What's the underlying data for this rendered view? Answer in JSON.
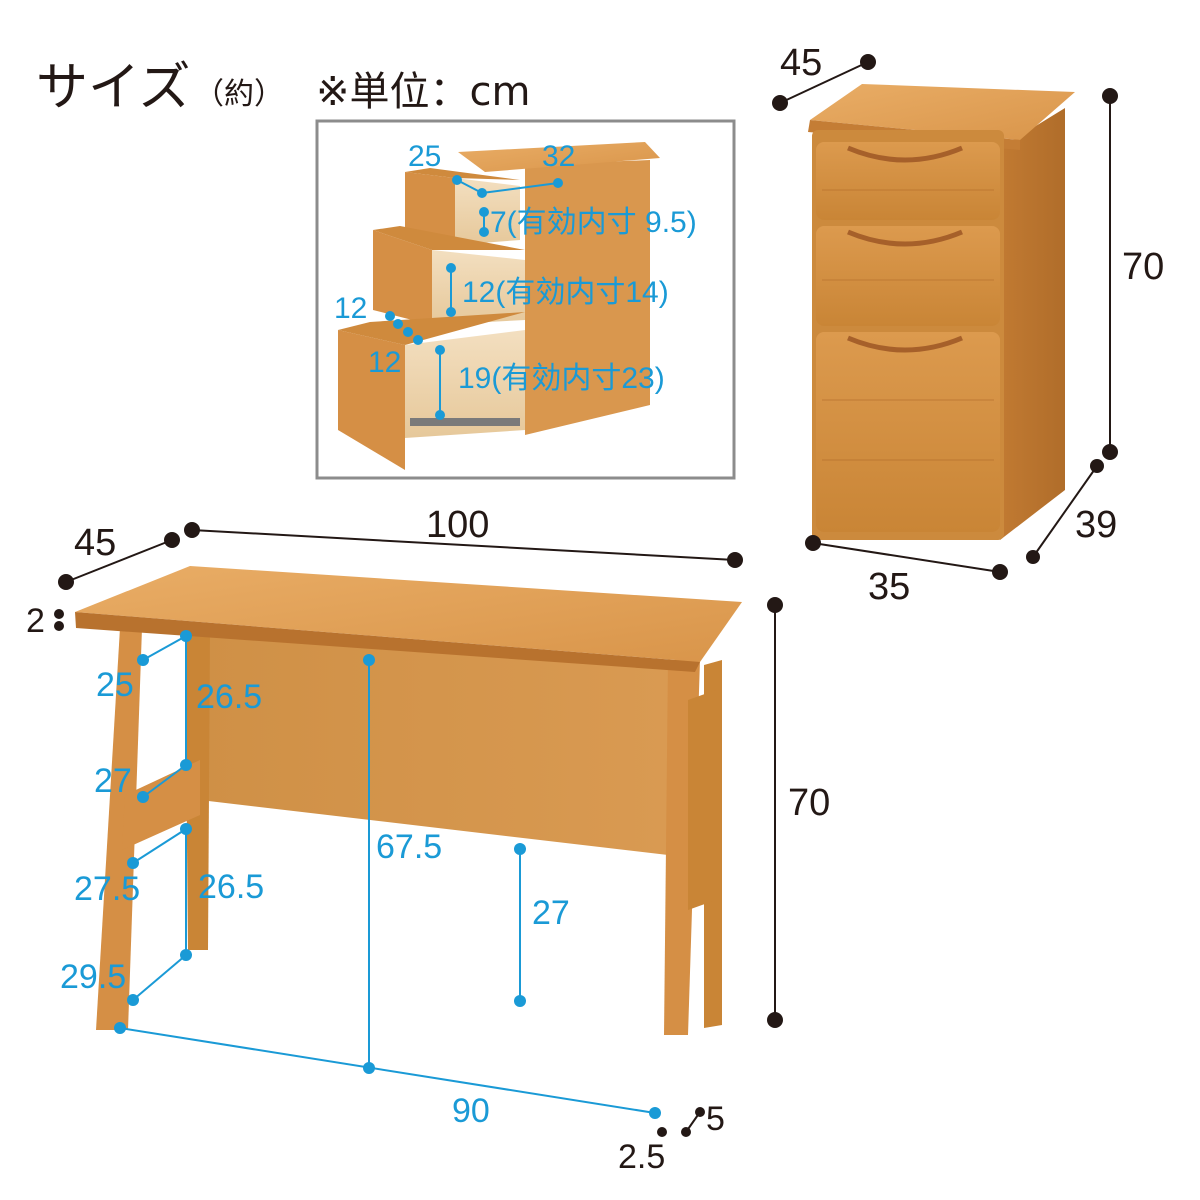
{
  "header": {
    "title": "サイズ",
    "title_note": "（約）",
    "unit": "※単位：cm"
  },
  "colors": {
    "dimension_black": "#231815",
    "dimension_blue": "#1a9ad6",
    "wood_light": "#e2a35a",
    "wood_mid": "#cf8a3c",
    "wood_dark": "#a8652a",
    "inset_border": "#8c8c8c"
  },
  "cabinet": {
    "depth": "45",
    "height": "70",
    "depth_base": "39",
    "width": "35"
  },
  "inset": {
    "top_left": "25",
    "top_right": "32",
    "drawer1": "7(有効内寸 9.5)",
    "drawer2": "12(有効内寸14)",
    "side_a": "12",
    "side_b": "12",
    "drawer3": "19(有効内寸23)"
  },
  "desk": {
    "depth": "45",
    "width": "100",
    "top_thickness": "2",
    "height": "70",
    "leg_w": "5",
    "leg_d": "2.5",
    "inner_width": "90",
    "knee_height": "67.5",
    "panel_to_floor": "27",
    "side_upper_depth": "25",
    "side_upper_height": "26.5",
    "side_mid_depth": "27",
    "side_low_depth": "27.5",
    "side_low_height": "26.5",
    "side_bottom_depth": "29.5"
  }
}
